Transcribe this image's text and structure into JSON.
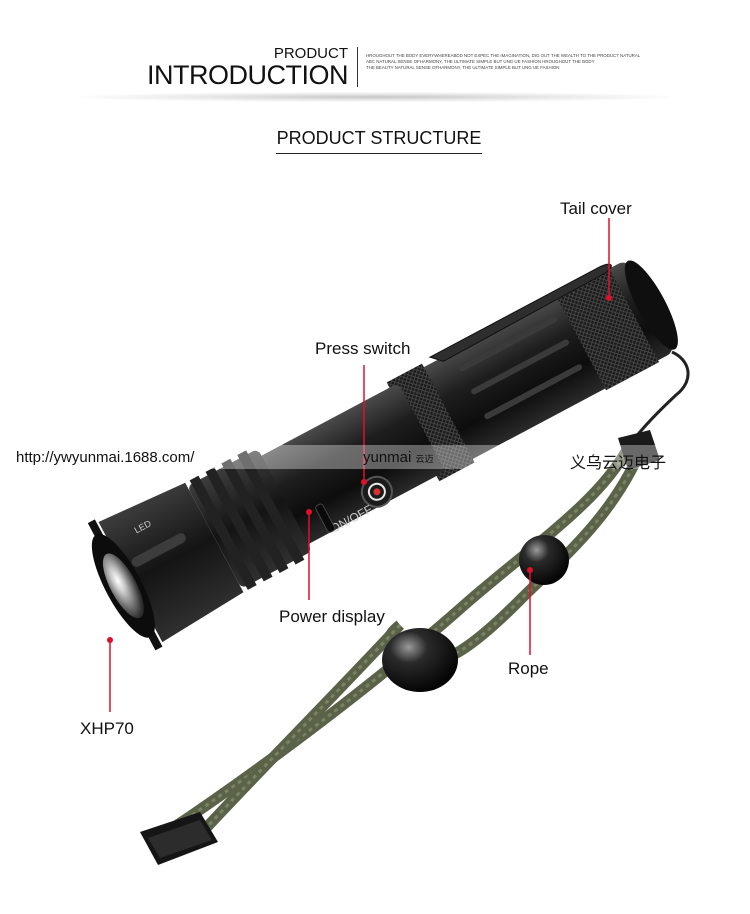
{
  "header": {
    "title_small": "PRODUCT",
    "title_big": "INTRODUCTION",
    "description_lines": [
      "HROUGHOUT THE BODY EVERYWHEREABDD NOT EXPEC THE IMAGINATION, DIG OUT THE WEALTH TO THE PRODUCT NATURAL",
      "ABC NATURAL SENSE OFHARMONY, THE ULTIMATE SIMPLE BUT UNG UE FASHION HROUGHOUT THE BODY",
      "THE BEAUTY NATURAL SENSE OFHARMONY, THE ULTIMATE SIMPLE BUT UNG UE FASHION"
    ]
  },
  "section_title": "PRODUCT STRUCTURE",
  "labels": {
    "tail_cover": "Tail cover",
    "press_switch": "Press switch",
    "power_display": "Power display",
    "rope": "Rope",
    "xhp70": "XHP70"
  },
  "watermark": {
    "url": "http://ywyunmai.1688.com/",
    "brand": "yunmai",
    "brand_cn": "云迈",
    "company_cn": "义乌云迈电子"
  },
  "product_markings": {
    "switch_text": "ON/OFF",
    "head_badge": "LED"
  },
  "colors": {
    "callout_red": "#e0102a",
    "body_black": "#1a1a1a",
    "rope_green": "#5a6248"
  }
}
